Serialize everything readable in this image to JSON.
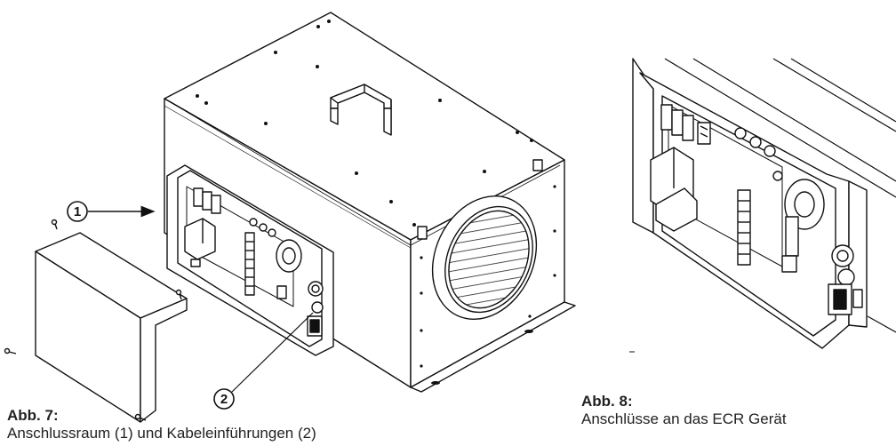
{
  "figure7": {
    "label": "Abb. 7:",
    "caption": "Anschlussraum (1) und Kabeleinführungen (2)",
    "callouts": [
      "1",
      "2"
    ]
  },
  "figure8": {
    "label": "Abb. 8:",
    "caption": "Anschlüsse an das ECR Gerät"
  }
}
